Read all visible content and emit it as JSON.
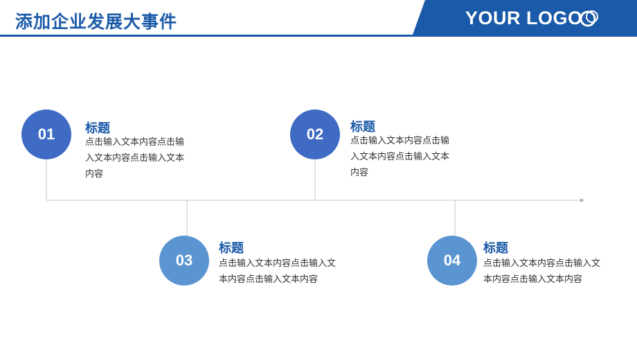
{
  "header": {
    "title": "添加企业发展大事件",
    "logo_text": "YOUR LOGO"
  },
  "colors": {
    "primary": "#1a5aa8",
    "circle_dark": "#3f6bc4",
    "circle_light": "#5a95d1",
    "line": "#c8c8c8"
  },
  "items": [
    {
      "number": "01",
      "title": "标题",
      "body": [
        "点击输入文本内容点击输",
        "入文本内容点击输入文本",
        "内容"
      ]
    },
    {
      "number": "02",
      "title": "标题",
      "body": [
        "点击输入文本内容点击输",
        "入文本内容点击输入文本",
        "内容"
      ]
    },
    {
      "number": "03",
      "title": "标题",
      "body": [
        "点击输入文本内容点击输入文",
        "本内容点击输入文本内容"
      ]
    },
    {
      "number": "04",
      "title": "标题",
      "body": [
        "点击输入文本内容点击输入文",
        "本内容点击输入文本内容"
      ]
    }
  ]
}
